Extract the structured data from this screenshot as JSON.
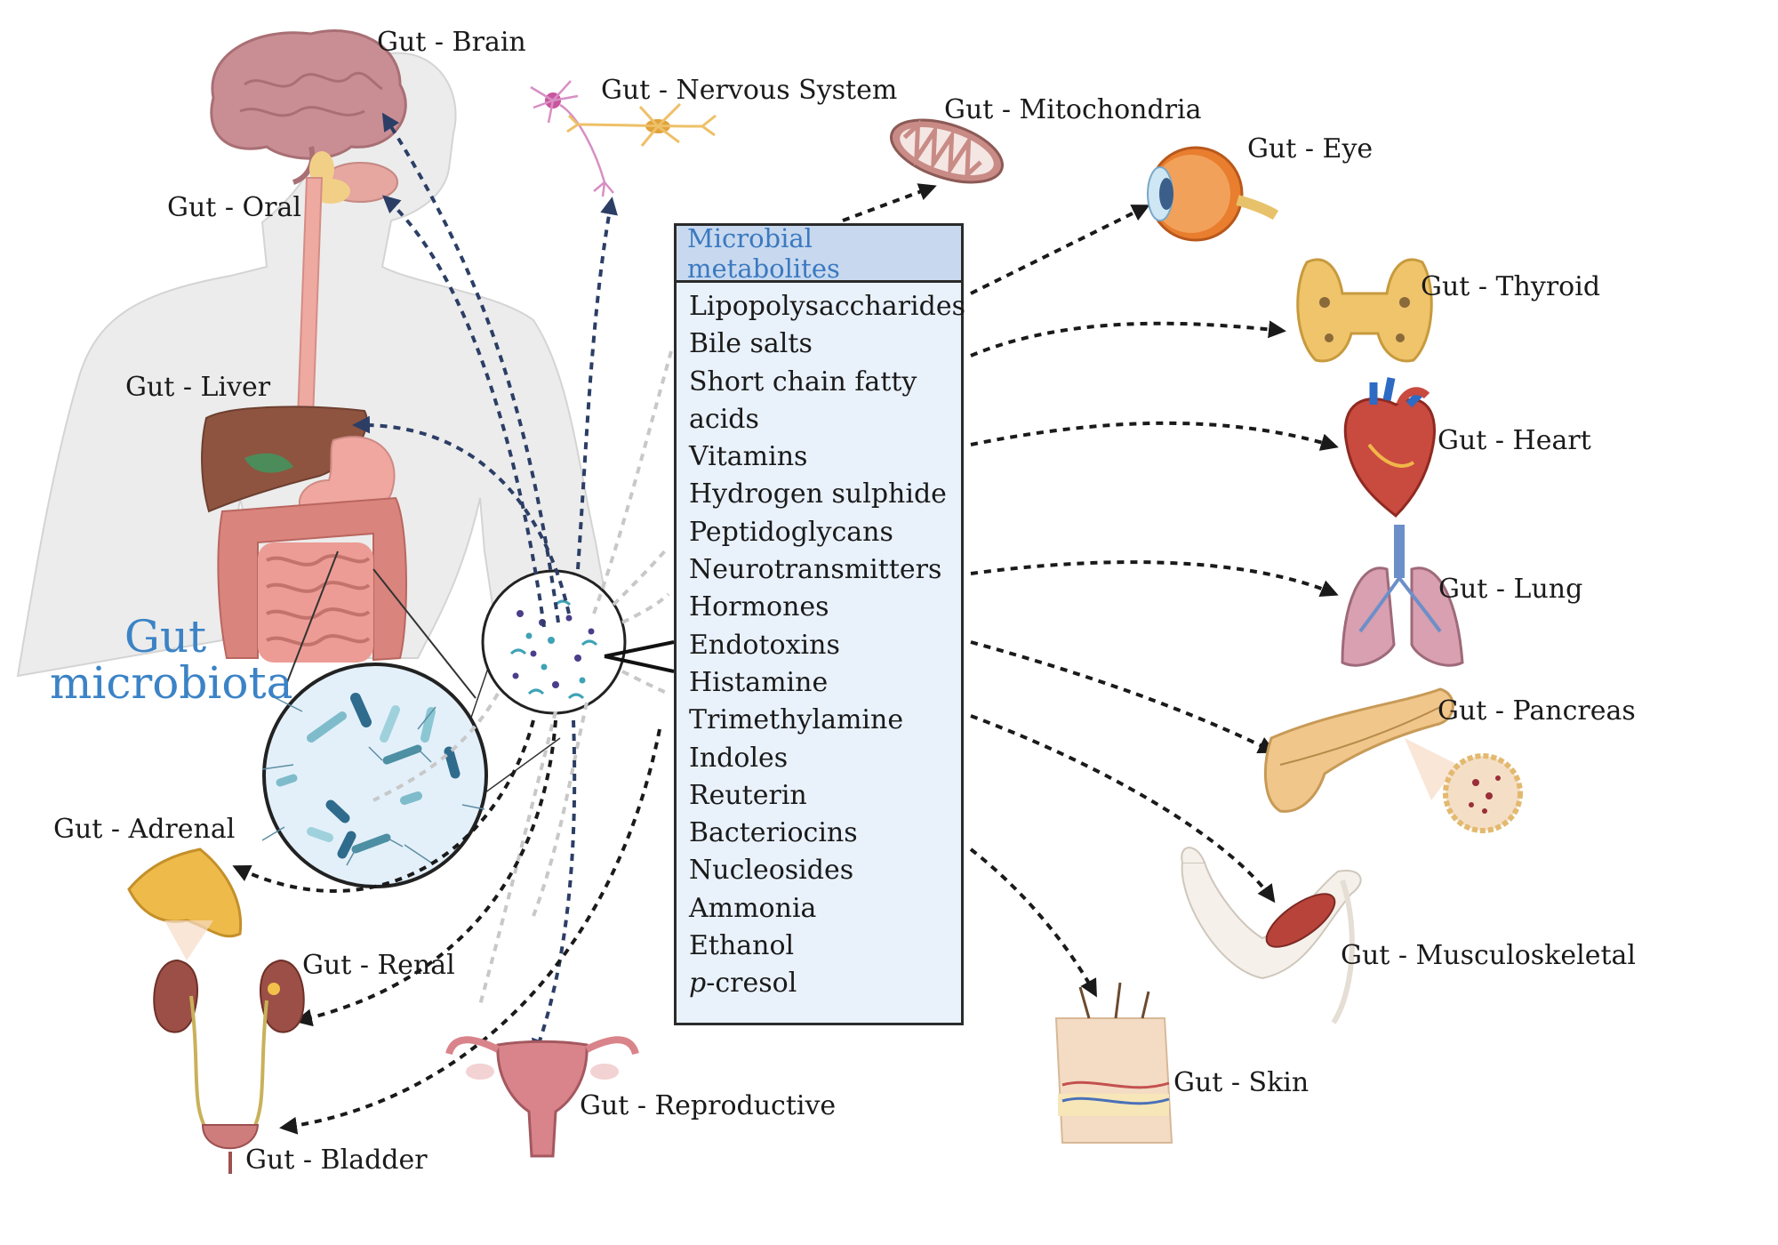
{
  "left_title": {
    "line1": "Gut",
    "line2": "microbiota"
  },
  "metabolites": {
    "header": "Microbial metabolites",
    "items": [
      "Lipopolysaccharides",
      "Bile salts",
      "Short chain fatty",
      "acids",
      "Vitamins",
      "Hydrogen sulphide",
      "Peptidoglycans",
      "Neurotransmitters",
      "Hormones",
      "Endotoxins",
      "Histamine",
      "Trimethylamine",
      "Indoles",
      "Reuterin",
      "Bacteriocins",
      "Nucleosides",
      "Ammonia",
      "Ethanol"
    ],
    "last_item_italic": "p",
    "last_item_rest": "-cresol"
  },
  "axis_labels": {
    "brain": "Gut - Brain",
    "nervous": "Gut - Nervous System",
    "mitochondria": "Gut - Mitochondria",
    "eye": "Gut - Eye",
    "oral": "Gut - Oral",
    "thyroid": "Gut - Thyroid",
    "liver": "Gut - Liver",
    "heart": "Gut - Heart",
    "lung": "Gut - Lung",
    "pancreas": "Gut - Pancreas",
    "adrenal": "Gut - Adrenal",
    "renal": "Gut - Renal",
    "musculoskeletal": "Gut - Musculoskeletal",
    "skin": "Gut - Skin",
    "reproductive": "Gut - Reproductive",
    "bladder": "Gut - Bladder"
  },
  "colors": {
    "accent_blue": "#3b83c6",
    "box_fill": "#e9f1fb",
    "box_header_fill": "#c8d9ef",
    "navy_arrow": "#2c3e66",
    "black_arrow": "#1a1a1a",
    "gray_arrow": "#c8c8c8"
  }
}
